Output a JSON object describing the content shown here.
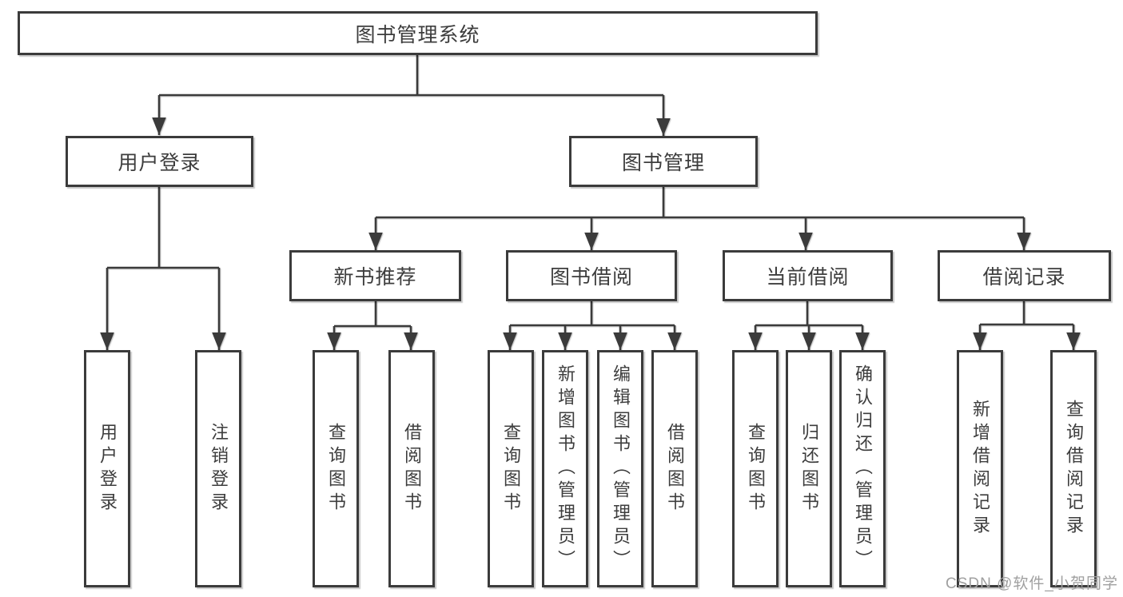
{
  "diagram": {
    "root": {
      "label": "图书管理系统"
    },
    "level2": {
      "user_login": {
        "label": "用户登录"
      },
      "book_mgmt": {
        "label": "图书管理"
      }
    },
    "level3": {
      "new_book": {
        "label": "新书推荐"
      },
      "book_borrow": {
        "label": "图书借阅"
      },
      "current_borrow": {
        "label": "当前借阅"
      },
      "borrow_record": {
        "label": "借阅记录"
      }
    },
    "leaves": {
      "user_login": [
        "用户登录",
        "注销登录"
      ],
      "new_book": [
        "查询图书",
        "借阅图书"
      ],
      "book_borrow": [
        "查询图书",
        "新增图书（管理员）",
        "编辑图书（管理员）",
        "借阅图书"
      ],
      "current_borrow": [
        "查询图书",
        "归还图书",
        "确认归还（管理员）"
      ],
      "borrow_record": [
        "新增借阅记录",
        "查询借阅记录"
      ]
    },
    "watermark": "CSDN @软件_小贺同学",
    "colors": {
      "line": "#3b3b3b",
      "text": "#3d3d3d",
      "box_background": "#ffffff",
      "background": "#ffffff",
      "watermark": "#a0a0a0"
    }
  }
}
